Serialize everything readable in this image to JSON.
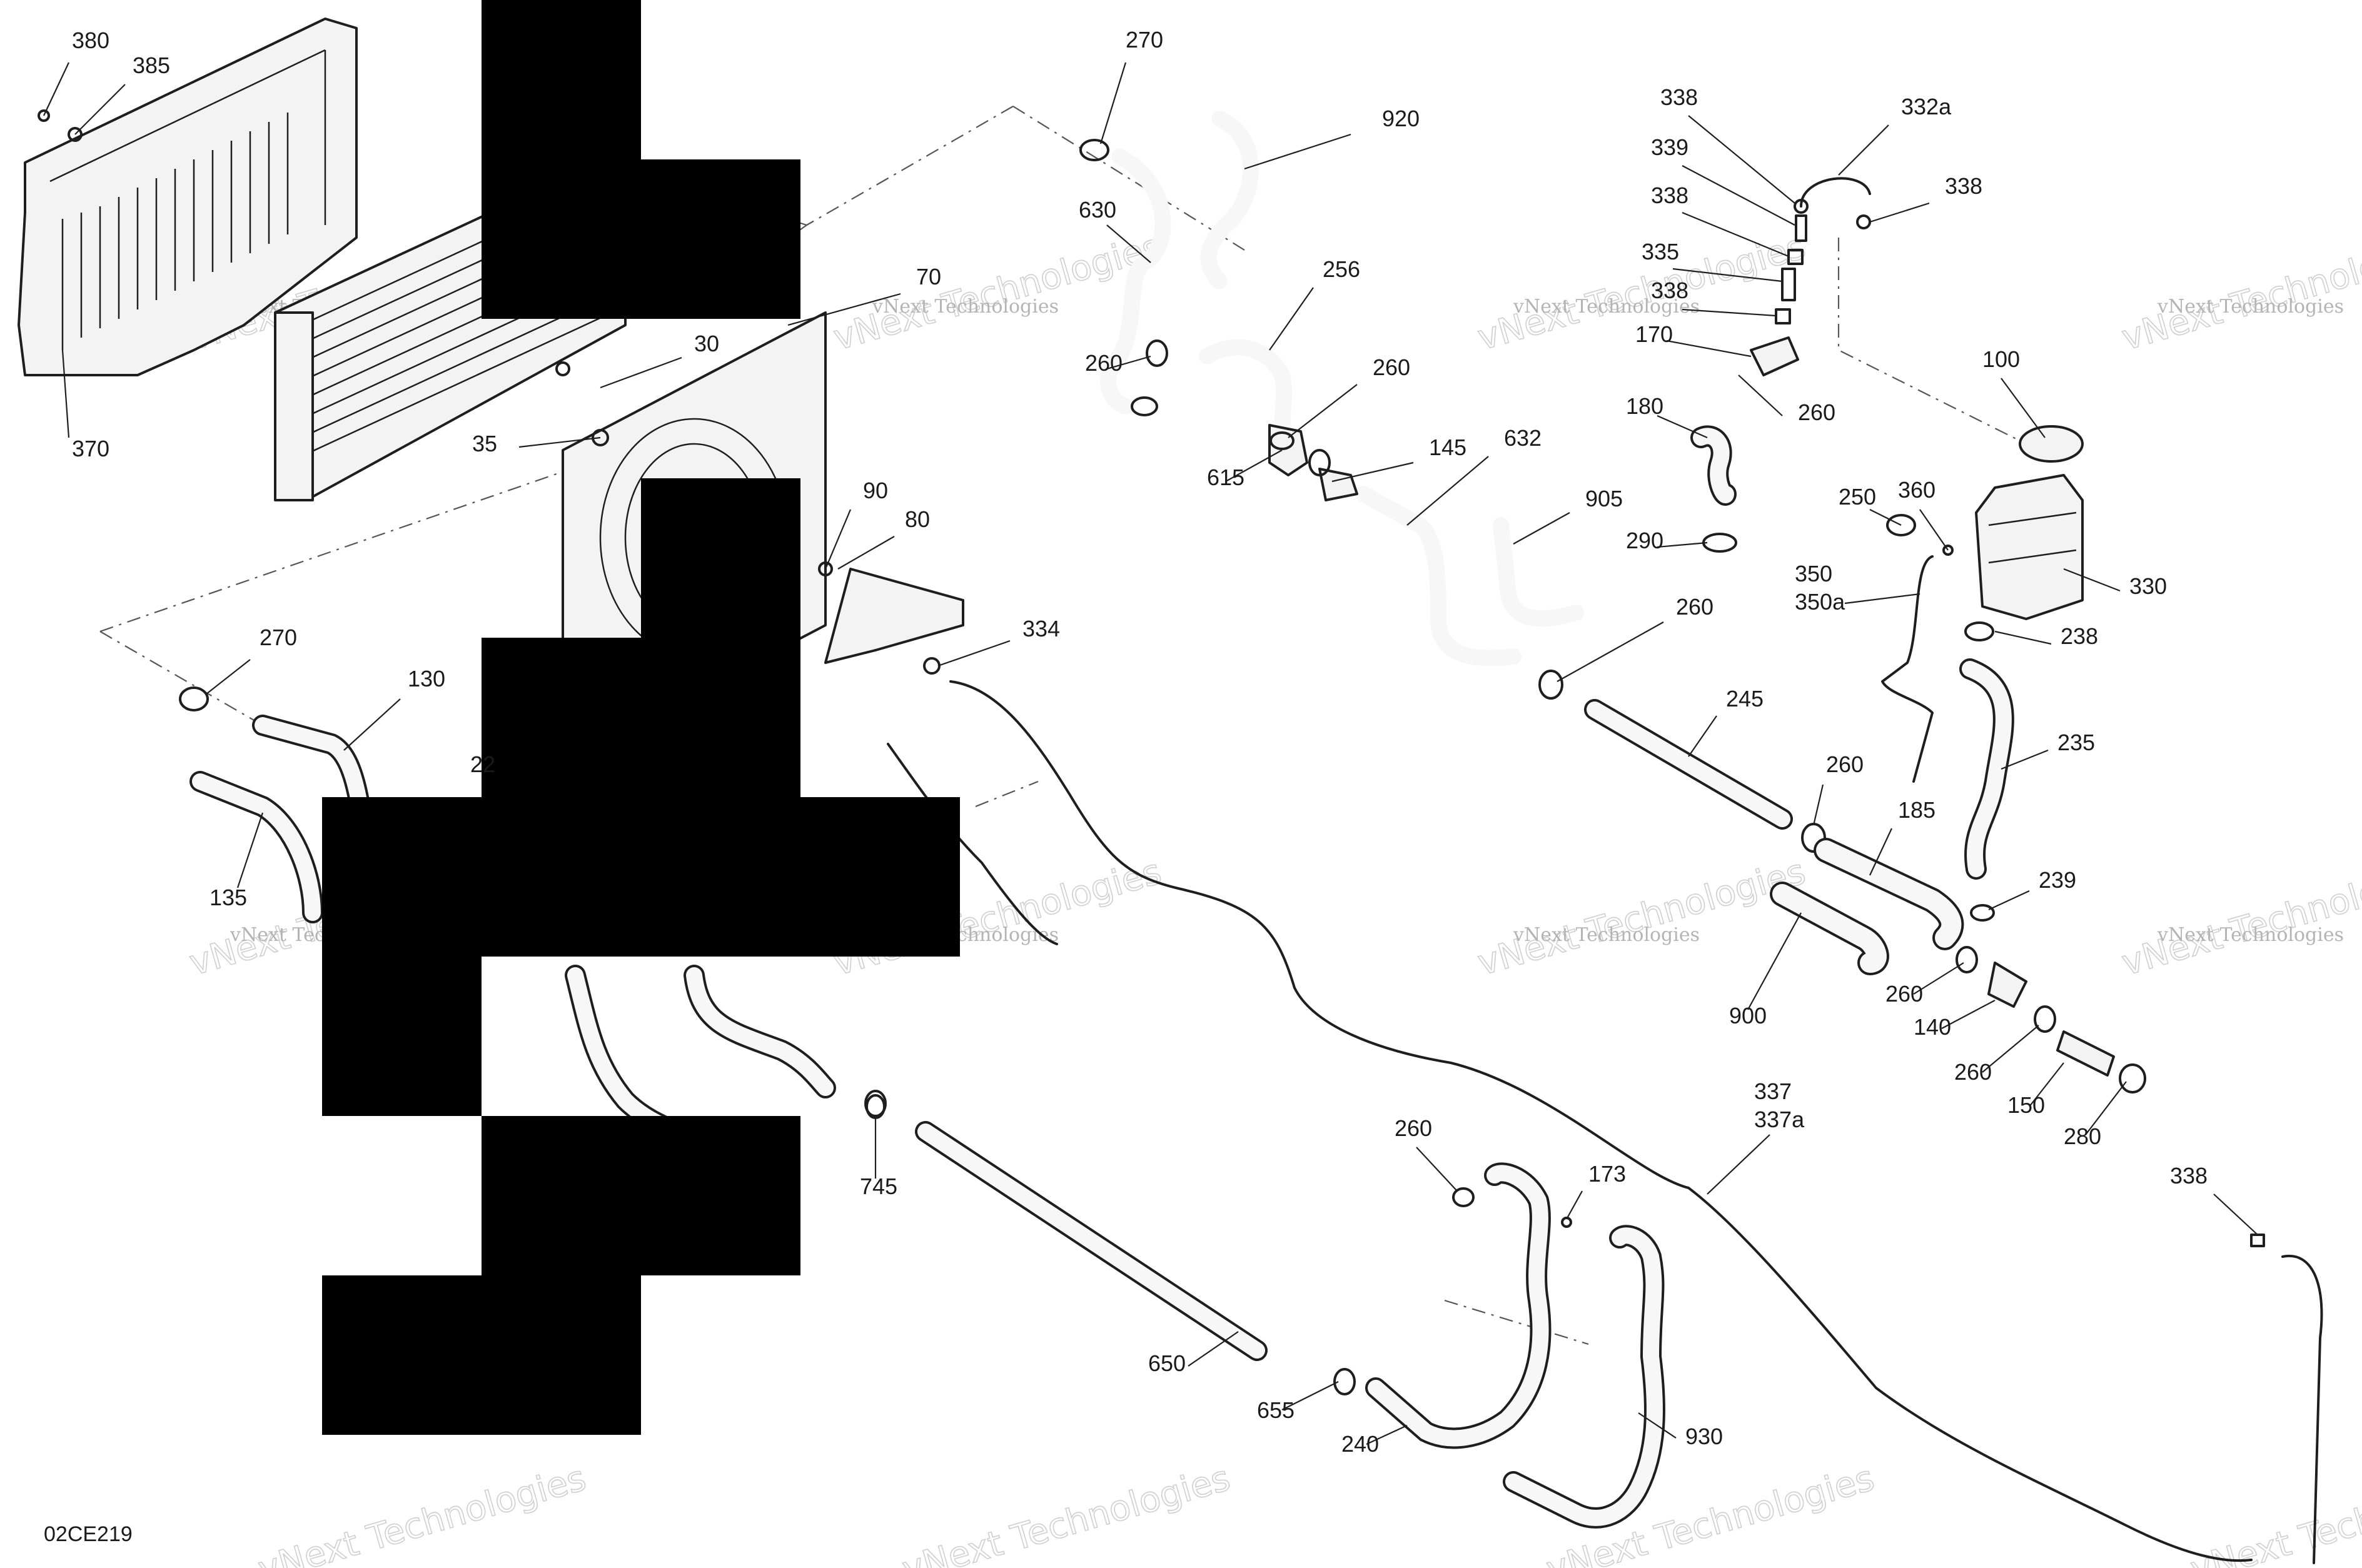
{
  "drawing_code": "02CE219",
  "watermark": {
    "small": "vNext Technologies",
    "big": "vNext Technologies"
  },
  "callouts": [
    {
      "id": "c380",
      "label": "380"
    },
    {
      "id": "c385",
      "label": "385"
    },
    {
      "id": "c370",
      "label": "370"
    },
    {
      "id": "c70",
      "label": "70"
    },
    {
      "id": "c30",
      "label": "30"
    },
    {
      "id": "c35",
      "label": "35"
    },
    {
      "id": "c90",
      "label": "90"
    },
    {
      "id": "c80",
      "label": "80"
    },
    {
      "id": "c334",
      "label": "334"
    },
    {
      "id": "c270a",
      "label": "270"
    },
    {
      "id": "c130",
      "label": "130"
    },
    {
      "id": "c135",
      "label": "135"
    },
    {
      "id": "c22",
      "label": "22"
    },
    {
      "id": "c270b",
      "label": "270"
    },
    {
      "id": "c920",
      "label": "920"
    },
    {
      "id": "c630",
      "label": "630"
    },
    {
      "id": "c256",
      "label": "256"
    },
    {
      "id": "c260a",
      "label": "260"
    },
    {
      "id": "c260b",
      "label": "260"
    },
    {
      "id": "c145",
      "label": "145"
    },
    {
      "id": "c615",
      "label": "615"
    },
    {
      "id": "c632",
      "label": "632"
    },
    {
      "id": "c905",
      "label": "905"
    },
    {
      "id": "c290",
      "label": "290"
    },
    {
      "id": "c260c",
      "label": "260"
    },
    {
      "id": "c245",
      "label": "245"
    },
    {
      "id": "c338a",
      "label": "338"
    },
    {
      "id": "c332a",
      "label": "332a"
    },
    {
      "id": "c339",
      "label": "339"
    },
    {
      "id": "c338b",
      "label": "338"
    },
    {
      "id": "c338c",
      "label": "338"
    },
    {
      "id": "c335",
      "label": "335"
    },
    {
      "id": "c338d",
      "label": "338"
    },
    {
      "id": "c170",
      "label": "170"
    },
    {
      "id": "c180",
      "label": "180"
    },
    {
      "id": "c260d",
      "label": "260"
    },
    {
      "id": "c100",
      "label": "100"
    },
    {
      "id": "c250",
      "label": "250"
    },
    {
      "id": "c360",
      "label": "360"
    },
    {
      "id": "c350",
      "label": "350"
    },
    {
      "id": "c350a",
      "label": "350a"
    },
    {
      "id": "c330",
      "label": "330"
    },
    {
      "id": "c238",
      "label": "238"
    },
    {
      "id": "c235",
      "label": "235"
    },
    {
      "id": "c260e",
      "label": "260"
    },
    {
      "id": "c185",
      "label": "185"
    },
    {
      "id": "c239",
      "label": "239"
    },
    {
      "id": "c900",
      "label": "900"
    },
    {
      "id": "c260f",
      "label": "260"
    },
    {
      "id": "c140",
      "label": "140"
    },
    {
      "id": "c260g",
      "label": "260"
    },
    {
      "id": "c150",
      "label": "150"
    },
    {
      "id": "c280",
      "label": "280"
    },
    {
      "id": "c745",
      "label": "745"
    },
    {
      "id": "c337",
      "label": "337"
    },
    {
      "id": "c337a",
      "label": "337a"
    },
    {
      "id": "c260h",
      "label": "260"
    },
    {
      "id": "c173",
      "label": "173"
    },
    {
      "id": "c338e",
      "label": "338"
    },
    {
      "id": "c650",
      "label": "650"
    },
    {
      "id": "c655",
      "label": "655"
    },
    {
      "id": "c240",
      "label": "240"
    },
    {
      "id": "c930",
      "label": "930"
    }
  ]
}
